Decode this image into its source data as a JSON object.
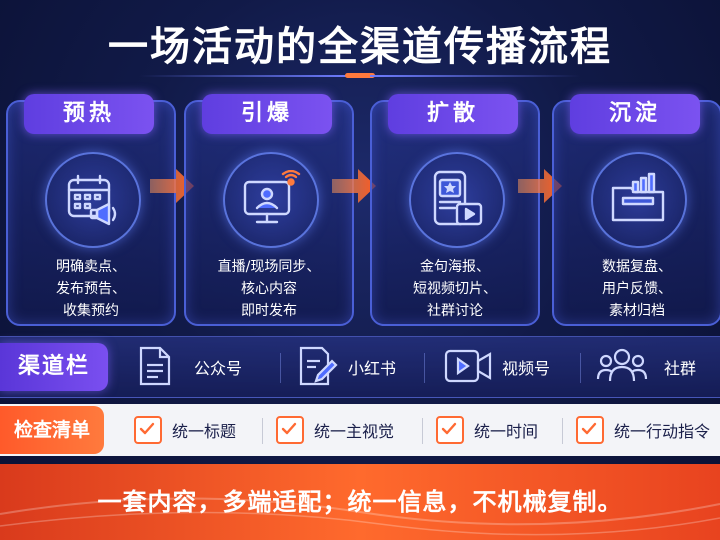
{
  "title": "一场活动的全渠道传播流程",
  "stages": [
    {
      "name": "预热",
      "desc": [
        "明确卖点、",
        "发布预告、",
        "收集预约"
      ],
      "icon": "calendar-megaphone-icon"
    },
    {
      "name": "引爆",
      "desc": [
        "直播/现场同步、",
        "核心内容",
        "即时发布"
      ],
      "icon": "live-broadcast-icon"
    },
    {
      "name": "扩散",
      "desc": [
        "金句海报、",
        "短视频切片、",
        "社群讨论"
      ],
      "icon": "phone-video-icon"
    },
    {
      "name": "沉淀",
      "desc": [
        "数据复盘、",
        "用户反馈、",
        "素材归档"
      ],
      "icon": "folder-chart-icon"
    }
  ],
  "channels": {
    "label": "渠道栏",
    "items": [
      {
        "label": "公众号",
        "icon": "document-icon"
      },
      {
        "label": "小红书",
        "icon": "note-pen-icon"
      },
      {
        "label": "视频号",
        "icon": "video-play-icon"
      },
      {
        "label": "社群",
        "icon": "group-icon"
      }
    ]
  },
  "checklist": {
    "label": "检查清单",
    "items": [
      "统一标题",
      "统一主视觉",
      "统一时间",
      "统一行动指令"
    ]
  },
  "slogan": "一套内容，多端适配；统一信息，不机械复制。",
  "colors": {
    "accent_purple": "#6a46e8",
    "accent_orange": "#ff6a33",
    "background": "#111a48"
  }
}
